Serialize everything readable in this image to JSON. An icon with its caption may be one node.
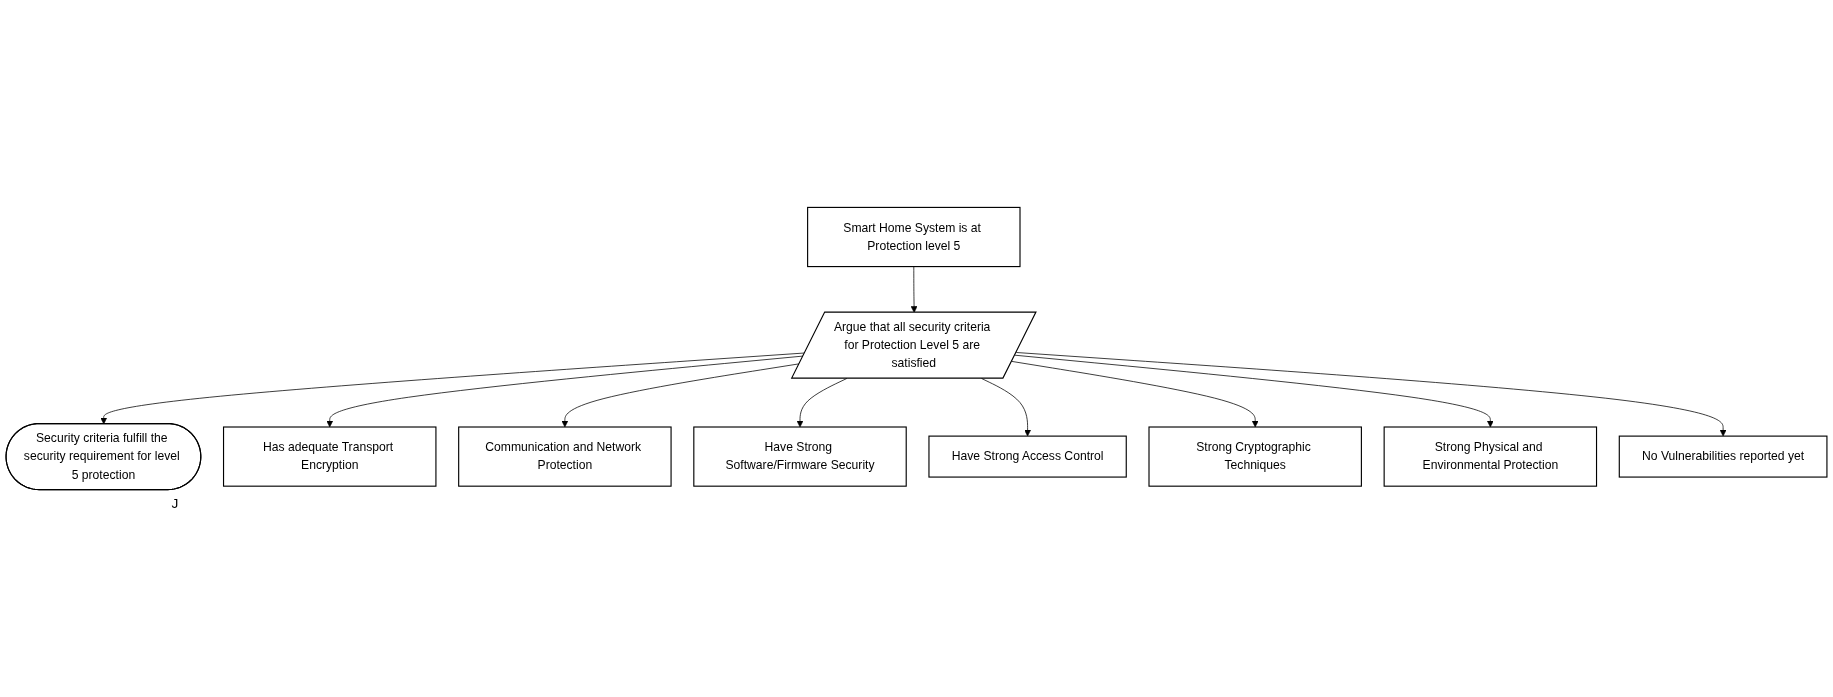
{
  "diagram": {
    "nodes": [
      {
        "text": [
          "Smart Home System is at Protection level 5"
        ]
      },
      {
        "text": [
          "Security criteria fulfill the security requirement for level 5 protection"
        ],
        "beside": [
          "J"
        ]
      },
      {
        "text": [
          "Argue that all security criteria for Protection Level 5 are satisfied"
        ]
      },
      {
        "text": [
          "Has adequate Transport Encryption"
        ]
      },
      {
        "text": [
          "Communication and Network Protection"
        ]
      },
      {
        "text": [
          "Have Strong Software/Firmware Security"
        ]
      },
      {
        "text": [
          "Have Strong Access Control"
        ]
      },
      {
        "text": [
          "Strong Cryptographic Techniques"
        ]
      },
      {
        "text": [
          "Strong Physical and Environmental Protection"
        ]
      },
      {
        "text": [
          "No Vulnerabilities reported yet"
        ]
      }
    ],
    "edges": [
      {
        "from": 0,
        "to": 2,
        "arrow": "to"
      },
      {
        "from": 2,
        "to": 1,
        "arrow": "to"
      },
      {
        "from": 2,
        "to": 3,
        "arrow": "to"
      },
      {
        "from": 2,
        "to": 4,
        "arrow": "to"
      },
      {
        "from": 2,
        "to": 5,
        "arrow": "to"
      },
      {
        "from": 2,
        "to": 6,
        "arrow": "to"
      },
      {
        "from": 2,
        "to": 7,
        "arrow": "to"
      },
      {
        "from": 2,
        "to": 8,
        "arrow": "to"
      },
      {
        "from": 2,
        "to": 9,
        "arrow": "to"
      }
    ]
  }
}
